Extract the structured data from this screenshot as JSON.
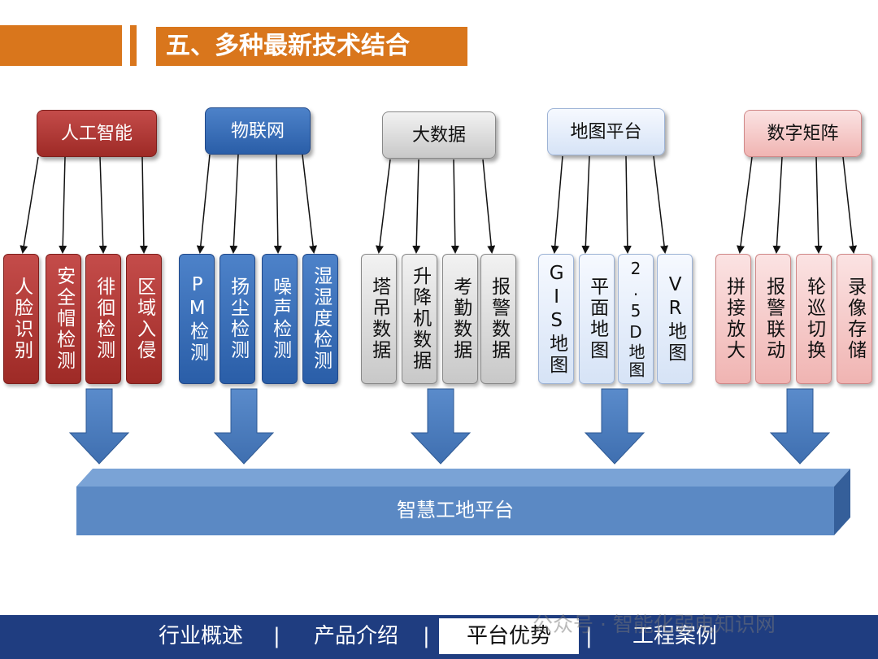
{
  "header": {
    "title": "五、多种最新技术结合"
  },
  "categories": [
    {
      "label": "人工智能",
      "items": [
        "人脸识别",
        "安全帽检测",
        "徘徊检测",
        "区域入侵"
      ]
    },
    {
      "label": "物联网",
      "items": [
        "PM检测",
        "扬尘检测",
        "噪声检测",
        "湿湿度检测"
      ]
    },
    {
      "label": "大数据",
      "items": [
        "塔吊数据",
        "升降机数据",
        "考勤数据",
        "报警数据"
      ]
    },
    {
      "label": "地图平台",
      "items": [
        "GIS地图",
        "平面地图",
        "2.5D地图",
        "VR地图"
      ]
    },
    {
      "label": "数字矩阵",
      "items": [
        "拼接放大",
        "报警联动",
        "轮巡切换",
        "录像存储"
      ]
    }
  ],
  "platform": {
    "label": "智慧工地平台"
  },
  "footer": {
    "nav": [
      "行业概述",
      "产品介绍",
      "平台优势",
      "工程案例"
    ],
    "separator": "|",
    "active": "平台优势",
    "watermark": "公众号 · 智能化弱电知识网"
  },
  "colors": {
    "header": "#d9761c",
    "ai": "#b23a38",
    "iot": "#3a6fb8",
    "bigdata": "#d9d9d9",
    "map": "#e6eefb",
    "matrix": "#f5c6c5",
    "platform": "#5b89c4",
    "footer": "#1f3d80"
  }
}
